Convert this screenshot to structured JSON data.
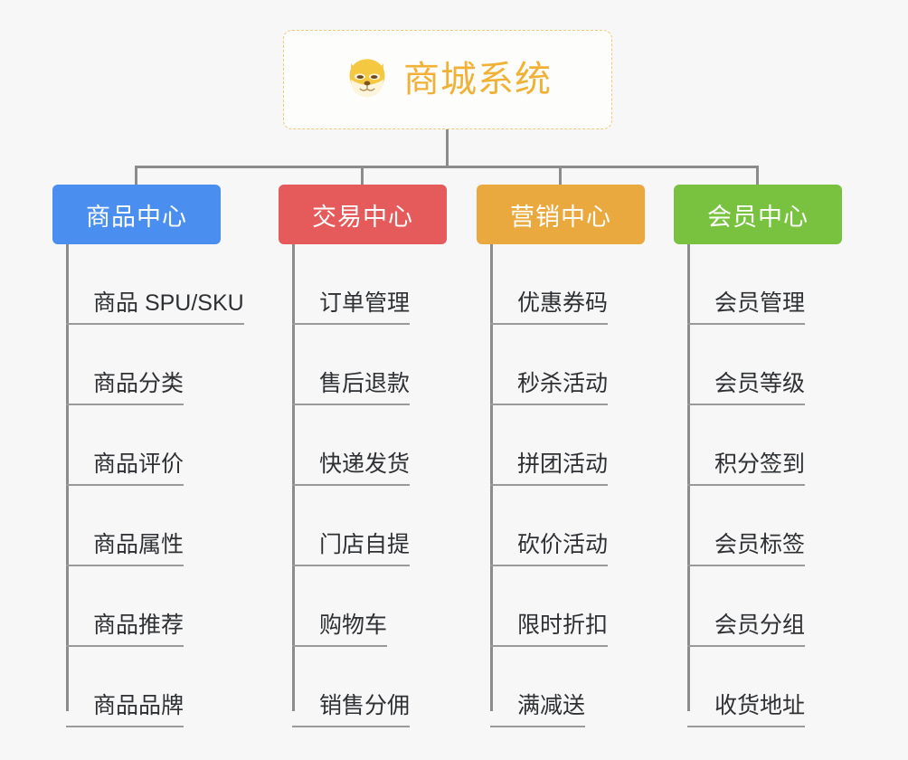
{
  "background_color": "#f7f7f7",
  "root": {
    "icon": "shiba-dog-face-icon",
    "title": "商城系统",
    "text_color": "#f0b136",
    "border_color": "#f0c877"
  },
  "connector_color": "#8c8c8c",
  "categories": [
    {
      "label": "商品中心",
      "color": "#4a8ff0",
      "items": [
        "商品 SPU/SKU",
        "商品分类",
        "商品评价",
        "商品属性",
        "商品推荐",
        "商品品牌"
      ]
    },
    {
      "label": "交易中心",
      "color": "#e55a5a",
      "items": [
        "订单管理",
        "售后退款",
        "快递发货",
        "门店自提",
        "购物车",
        "销售分佣"
      ]
    },
    {
      "label": "营销中心",
      "color": "#eaa93f",
      "items": [
        "优惠券码",
        "秒杀活动",
        "拼团活动",
        "砍价活动",
        "限时折扣",
        "满减送"
      ]
    },
    {
      "label": "会员中心",
      "color": "#78c240",
      "items": [
        "会员管理",
        "会员等级",
        "积分签到",
        "会员标签",
        "会员分组",
        "收货地址"
      ]
    }
  ]
}
